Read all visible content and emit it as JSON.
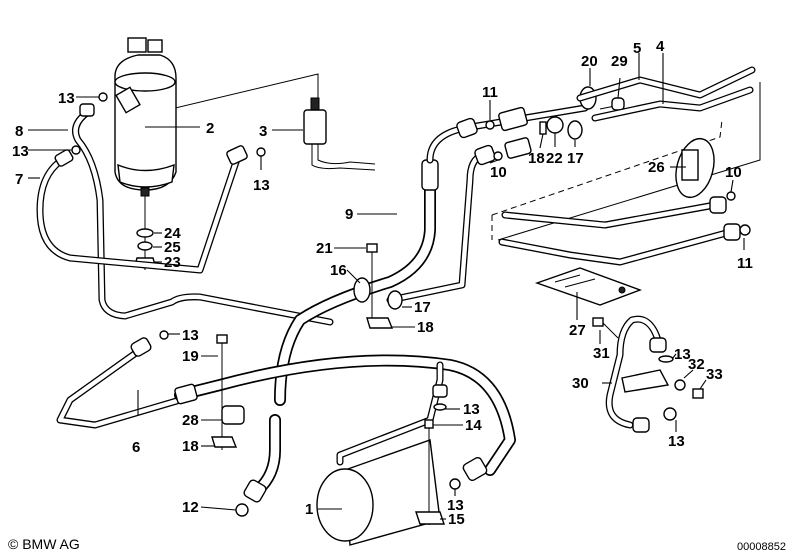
{
  "diagram": {
    "title": "Air conditioning refrigerant lines – exploded parts diagram",
    "callouts": [
      {
        "id": "1",
        "label": "1",
        "part": "dryer-cylinder"
      },
      {
        "id": "2",
        "label": "2",
        "part": "receiver-drier"
      },
      {
        "id": "3",
        "label": "3",
        "part": "pressure-switch"
      },
      {
        "id": "4",
        "label": "4",
        "part": "line"
      },
      {
        "id": "5",
        "label": "5",
        "part": "line"
      },
      {
        "id": "6",
        "label": "6",
        "part": "line"
      },
      {
        "id": "7",
        "label": "7",
        "part": "line"
      },
      {
        "id": "8",
        "label": "8",
        "part": "line"
      },
      {
        "id": "9",
        "label": "9",
        "part": "hose"
      },
      {
        "id": "10a",
        "label": "10",
        "part": "seal"
      },
      {
        "id": "10b",
        "label": "10",
        "part": "seal"
      },
      {
        "id": "11a",
        "label": "11",
        "part": "seal"
      },
      {
        "id": "11b",
        "label": "11",
        "part": "seal"
      },
      {
        "id": "12",
        "label": "12",
        "part": "seal"
      },
      {
        "id": "13a",
        "label": "13",
        "part": "seal"
      },
      {
        "id": "13b",
        "label": "13",
        "part": "seal"
      },
      {
        "id": "13c",
        "label": "13",
        "part": "seal"
      },
      {
        "id": "13d",
        "label": "13",
        "part": "seal"
      },
      {
        "id": "13e",
        "label": "13",
        "part": "seal"
      },
      {
        "id": "13f",
        "label": "13",
        "part": "seal"
      },
      {
        "id": "13g",
        "label": "13",
        "part": "seal"
      },
      {
        "id": "13h",
        "label": "13",
        "part": "seal"
      },
      {
        "id": "14",
        "label": "14",
        "part": "screw"
      },
      {
        "id": "15",
        "label": "15",
        "part": "clip-nut"
      },
      {
        "id": "16",
        "label": "16",
        "part": "clamp"
      },
      {
        "id": "17a",
        "label": "17",
        "part": "grommet"
      },
      {
        "id": "17b",
        "label": "17",
        "part": "grommet"
      },
      {
        "id": "18a",
        "label": "18",
        "part": "clip-nut"
      },
      {
        "id": "18b",
        "label": "18",
        "part": "clip-nut"
      },
      {
        "id": "18c",
        "label": "18",
        "part": "clip-nut"
      },
      {
        "id": "19",
        "label": "19",
        "part": "screw"
      },
      {
        "id": "20",
        "label": "20",
        "part": "grommet"
      },
      {
        "id": "21",
        "label": "21",
        "part": "screw"
      },
      {
        "id": "22",
        "label": "22",
        "part": "clamp"
      },
      {
        "id": "23",
        "label": "23",
        "part": "nut"
      },
      {
        "id": "24",
        "label": "24",
        "part": "washer"
      },
      {
        "id": "25",
        "label": "25",
        "part": "washer"
      },
      {
        "id": "26",
        "label": "26",
        "part": "cover"
      },
      {
        "id": "27",
        "label": "27",
        "part": "label"
      },
      {
        "id": "28",
        "label": "28",
        "part": "holder"
      },
      {
        "id": "29",
        "label": "29",
        "part": "screw"
      },
      {
        "id": "30",
        "label": "30",
        "part": "line"
      },
      {
        "id": "31",
        "label": "31",
        "part": "screw"
      },
      {
        "id": "32",
        "label": "32",
        "part": "washer"
      },
      {
        "id": "33",
        "label": "33",
        "part": "nut"
      }
    ]
  },
  "footer": {
    "copyright": "© BMW AG",
    "document_number": "00008852"
  }
}
